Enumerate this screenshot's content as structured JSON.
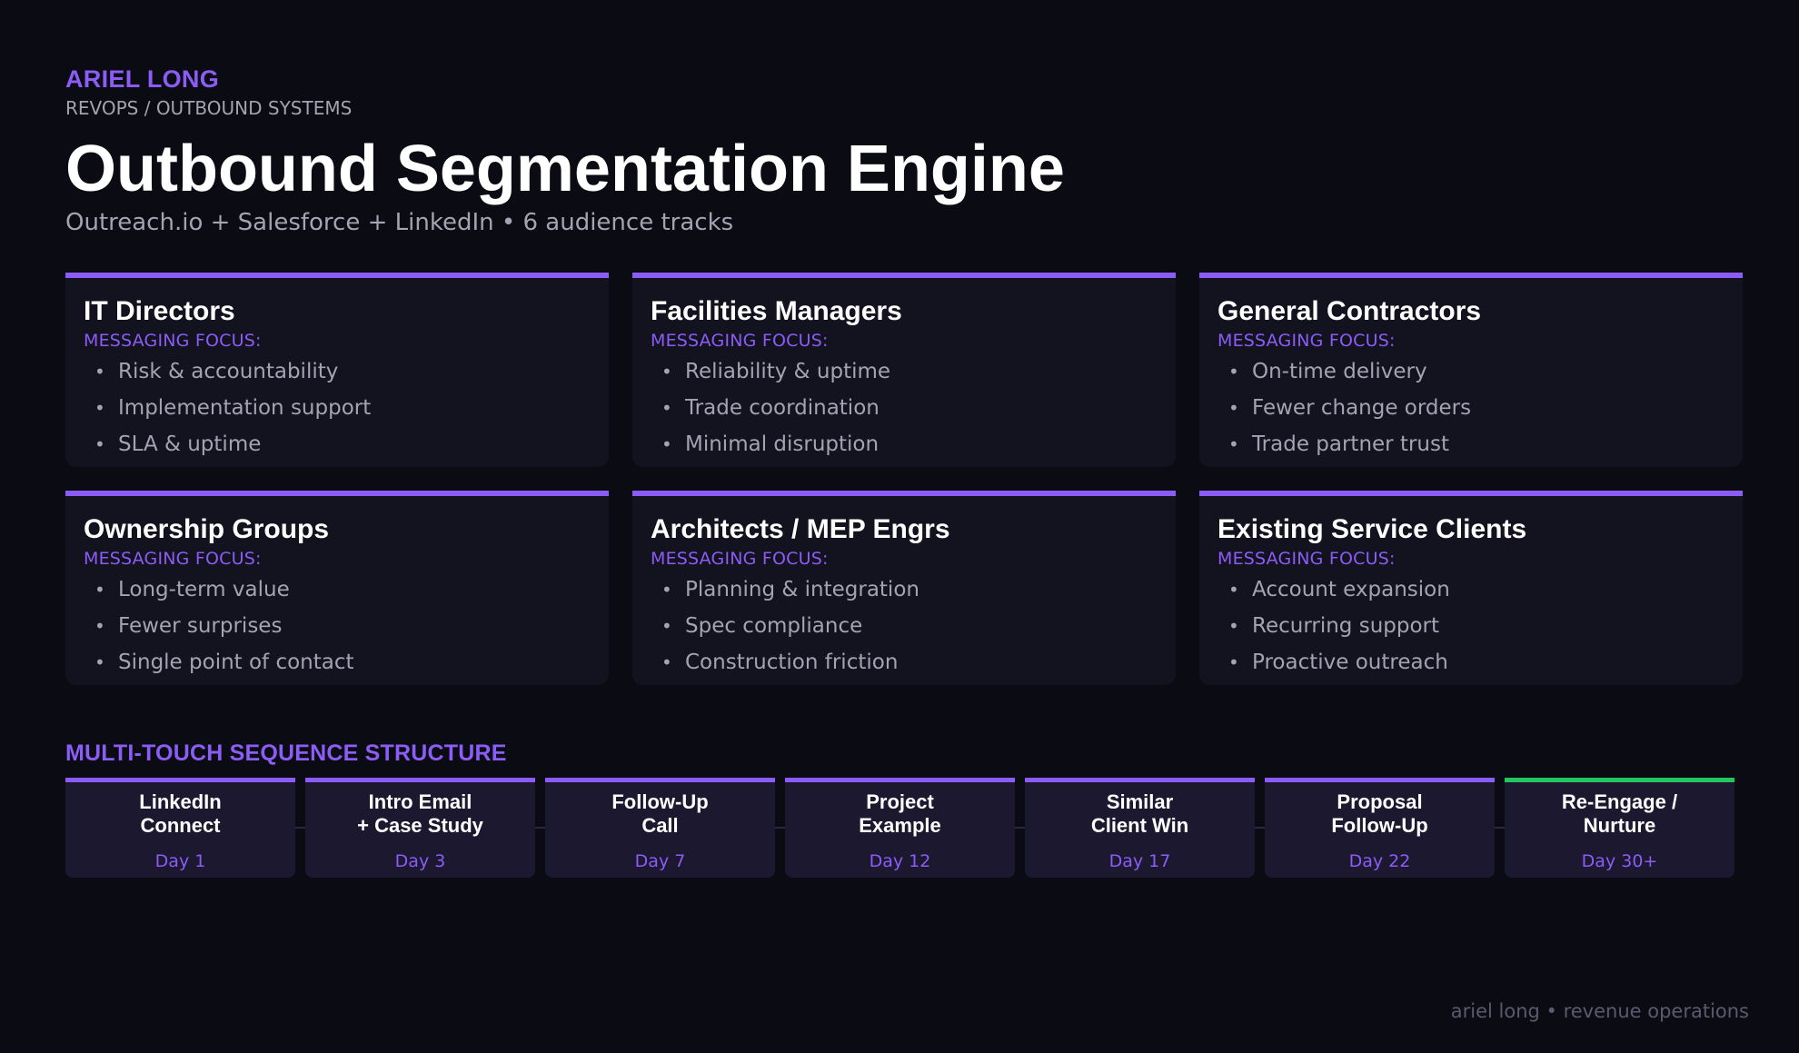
{
  "colors": {
    "accent": "#8b5cf6",
    "final_step": "#22c55e",
    "muted_text": "#a3a3b3"
  },
  "header": {
    "brand": "ARIEL LONG",
    "org": "REVOPS / OUTBOUND SYSTEMS",
    "title": "Outbound Segmentation Engine",
    "subtitle": "Outreach.io + Salesforce + LinkedIn  •  6 audience tracks"
  },
  "segments": [
    {
      "title": "IT Directors",
      "focus_label": "MESSAGING FOCUS:",
      "points": [
        "Risk & accountability",
        "Implementation support",
        "SLA & uptime"
      ]
    },
    {
      "title": "Facilities Managers",
      "focus_label": "MESSAGING FOCUS:",
      "points": [
        "Reliability & uptime",
        "Trade coordination",
        "Minimal disruption"
      ]
    },
    {
      "title": "General Contractors",
      "focus_label": "MESSAGING FOCUS:",
      "points": [
        "On-time delivery",
        "Fewer change orders",
        "Trade partner trust"
      ]
    },
    {
      "title": "Ownership Groups",
      "focus_label": "MESSAGING FOCUS:",
      "points": [
        "Long-term value",
        "Fewer surprises",
        "Single point of contact"
      ]
    },
    {
      "title": "Architects / MEP Engrs",
      "focus_label": "MESSAGING FOCUS:",
      "points": [
        "Planning & integration",
        "Spec compliance",
        "Construction friction"
      ]
    },
    {
      "title": "Existing Service Clients",
      "focus_label": "MESSAGING FOCUS:",
      "points": [
        "Account expansion",
        "Recurring support",
        "Proactive outreach"
      ]
    }
  ],
  "sequence": {
    "heading": "MULTI-TOUCH SEQUENCE STRUCTURE",
    "steps": [
      {
        "title": "LinkedIn\nConnect",
        "day": "Day 1"
      },
      {
        "title": "Intro Email\n+ Case Study",
        "day": "Day 3"
      },
      {
        "title": "Follow-Up\nCall",
        "day": "Day 7"
      },
      {
        "title": "Project\nExample",
        "day": "Day 12"
      },
      {
        "title": "Similar\nClient Win",
        "day": "Day 17"
      },
      {
        "title": "Proposal\nFollow-Up",
        "day": "Day 22"
      },
      {
        "title": "Re-Engage /\nNurture",
        "day": "Day 30+"
      }
    ]
  },
  "footer": {
    "text": "ariel long  •  revenue operations"
  }
}
